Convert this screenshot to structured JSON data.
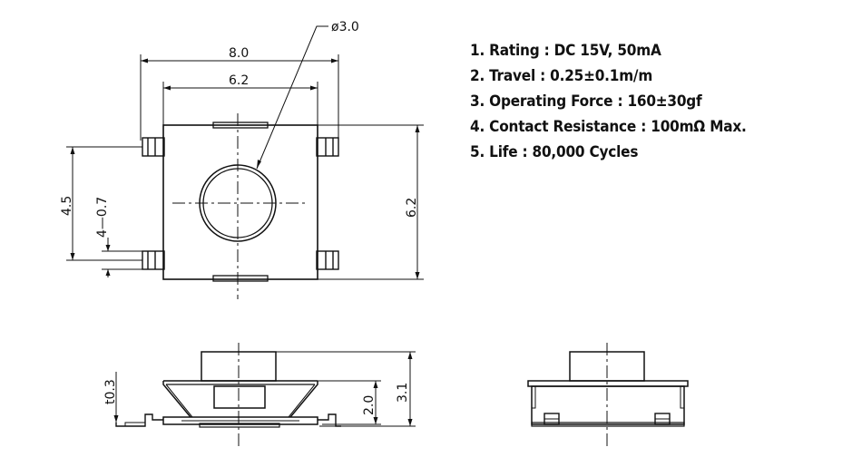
{
  "specs": [
    "1. Rating : DC 15V, 50mA",
    "2. Travel : 0.25±0.1m/m",
    "3. Operating Force : 160±30gf",
    "4. Contact Resistance : 100mΩ Max.",
    "5. Life : 80,000 Cycles"
  ],
  "dimensions": {
    "diameter": "ø3.0",
    "width_outer": "8.0",
    "width_inner": "6.2",
    "height_right": "6.2",
    "pin_span": "4.5",
    "pin_offset": "4—0.7",
    "pin_thickness": "t0.3",
    "body_height": "2.0",
    "total_height": "3.1"
  }
}
